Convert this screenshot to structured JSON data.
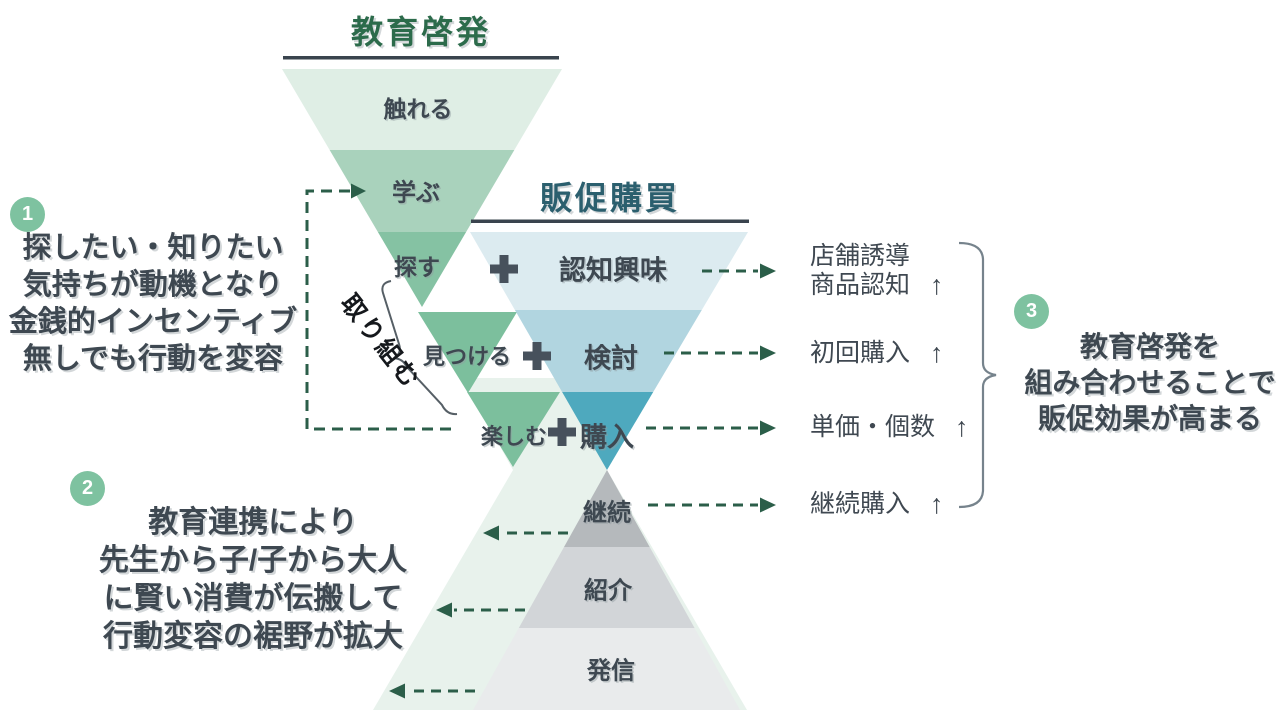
{
  "education": {
    "title": "教育啓発",
    "levels": [
      "触れる",
      "学ぶ",
      "探す",
      "見つける",
      "楽しむ"
    ]
  },
  "promotion": {
    "title": "販促購買",
    "levels": [
      "認知興味",
      "検討",
      "購入"
    ]
  },
  "pyramid": {
    "levels": [
      "継続",
      "紹介",
      "発信"
    ]
  },
  "bracket_label": "取り組む",
  "notes": {
    "n1": {
      "number": "1",
      "lines": [
        "探したい・知りたい",
        "気持ちが動機となり",
        "金銭的インセンティブ",
        "無しでも行動を変容"
      ]
    },
    "n2": {
      "number": "2",
      "lines": [
        "教育連携により",
        "先生から子/子から大人",
        "に賢い消費が伝搬して",
        "行動変容の裾野が拡大"
      ]
    },
    "n3": {
      "number": "3",
      "lines": [
        "教育啓発を",
        "組み合わせることで",
        "販促効果が高まる"
      ]
    }
  },
  "metrics": [
    {
      "lines": [
        "店舗誘導",
        "商品認知"
      ],
      "up": "↑"
    },
    {
      "lines": [
        "初回購入"
      ],
      "up": "↑"
    },
    {
      "lines": [
        "単価・個数"
      ],
      "up": "↑"
    },
    {
      "lines": [
        "継続購入"
      ],
      "up": "↑"
    }
  ],
  "icons": {
    "plus_icon": "＋",
    "up_arrow_icon": "↑"
  },
  "palette": {
    "title_green": "#2C6B4B",
    "title_teal": "#2B5F6E",
    "text_dark": "#3E4851",
    "dash_green": "#2B5E49",
    "circle_green": "#7EC2A0",
    "plus_dark": "#47515C",
    "underline_dark": "#3A444E",
    "edu_bands": [
      "#DFEEE5",
      "#A9D2BC",
      "#85C2A3"
    ],
    "edu_cascade": "#7CBF9D",
    "promo_bands": [
      "#DCEBF0",
      "#B1D5E0",
      "#4EA9BE"
    ],
    "pyramid_bands": [
      "#B5B9BC",
      "#D2D5D8",
      "#E9EBEC"
    ],
    "pale_mirror": "#E8F2EC",
    "brace_gray": "#76838C"
  }
}
